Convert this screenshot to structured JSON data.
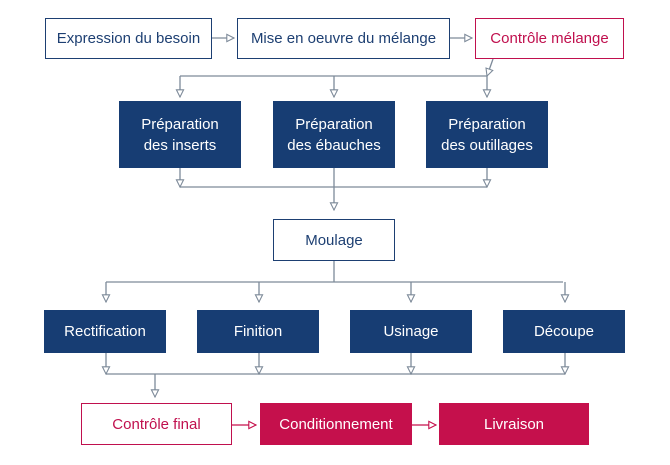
{
  "colors": {
    "navy": "#173d73",
    "red": "#c5104c",
    "wire": "#7d8a99"
  },
  "row1": {
    "expression": "Expression du besoin",
    "mise_en_oeuvre": "Mise en oeuvre du mélange",
    "controle_melange": "Contrôle mélange"
  },
  "row2": {
    "inserts": [
      "Préparation",
      "des inserts"
    ],
    "ebauches": [
      "Préparation",
      "des ébauches"
    ],
    "outillages": [
      "Préparation",
      "des outillages"
    ]
  },
  "row3": {
    "moulage": "Moulage"
  },
  "row4": {
    "rectification": "Rectification",
    "finition": "Finition",
    "usinage": "Usinage",
    "decoupe": "Découpe"
  },
  "row5": {
    "controle_final": "Contrôle final",
    "conditionnement": "Conditionnement",
    "livraison": "Livraison"
  }
}
